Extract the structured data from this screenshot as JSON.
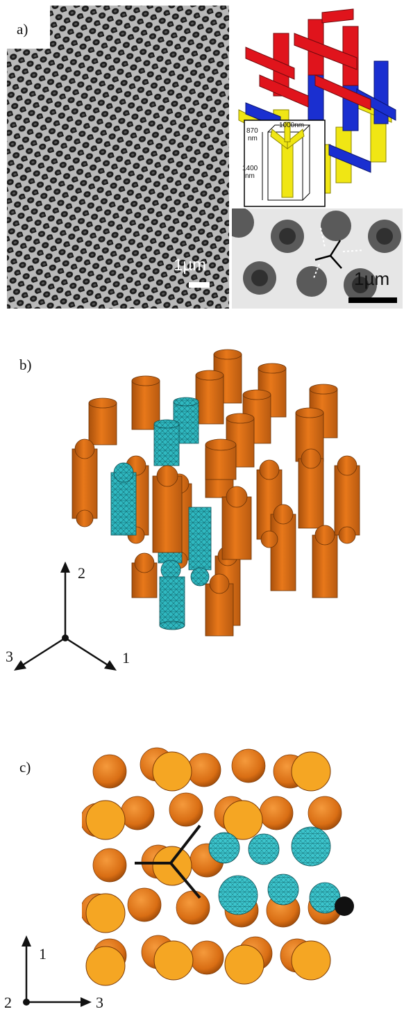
{
  "panels": {
    "a": {
      "label": "a)",
      "sem_scalebar_left": "1µm",
      "sem_scalebar_right": "1µm",
      "inset_dim_width": "1000nm",
      "inset_dim_top": "870",
      "inset_dim_top_unit": "nm",
      "inset_dim_height": "1400",
      "inset_dim_height_unit": "nm",
      "model_colors": {
        "top_layer": "#e0141c",
        "middle_layer": "#1a2fd0",
        "bottom_layer": "#f0e614"
      }
    },
    "b": {
      "label": "b)",
      "axes": {
        "up": "2",
        "left": "3",
        "right": "1"
      },
      "colors": {
        "solid": "#e8781a",
        "mesh": "#2fb8c0"
      }
    },
    "c": {
      "label": "c)",
      "axes": {
        "up": "1",
        "origin": "2",
        "right": "3"
      },
      "colors": {
        "solid": "#e8781a",
        "cap": "#f5a623",
        "mesh": "#2fb8c0"
      }
    }
  }
}
